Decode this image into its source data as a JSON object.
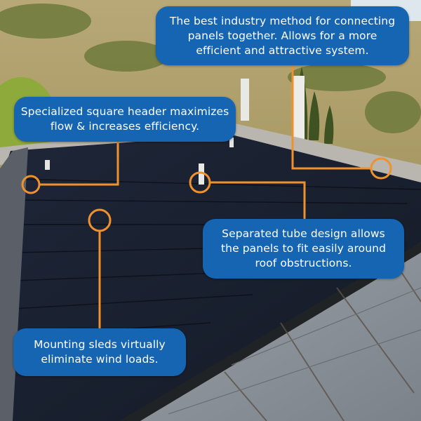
{
  "image": {
    "subject": "solar pool heating panels on a tile roof with callouts",
    "colors": {
      "callout_bg": "#1565b3",
      "callout_text": "#ffffff",
      "leader_line": "#f0912e",
      "panel": "#1a2130",
      "tile": "#8e949c",
      "hillside": "#a89a6c"
    }
  },
  "callouts": [
    {
      "id": "connection",
      "lines": [
        "The best industry method for connecting",
        "panels together. Allows for a more",
        "efficient and attractive system."
      ]
    },
    {
      "id": "header",
      "lines": [
        "Specialized square header maximizes",
        "flow & increases efficiency."
      ]
    },
    {
      "id": "tube",
      "lines": [
        "Separated tube design allows",
        "the panels to fit easily around",
        "roof obstructions."
      ]
    },
    {
      "id": "sleds",
      "lines": [
        "Mounting sleds virtually",
        "eliminate wind loads."
      ]
    }
  ]
}
